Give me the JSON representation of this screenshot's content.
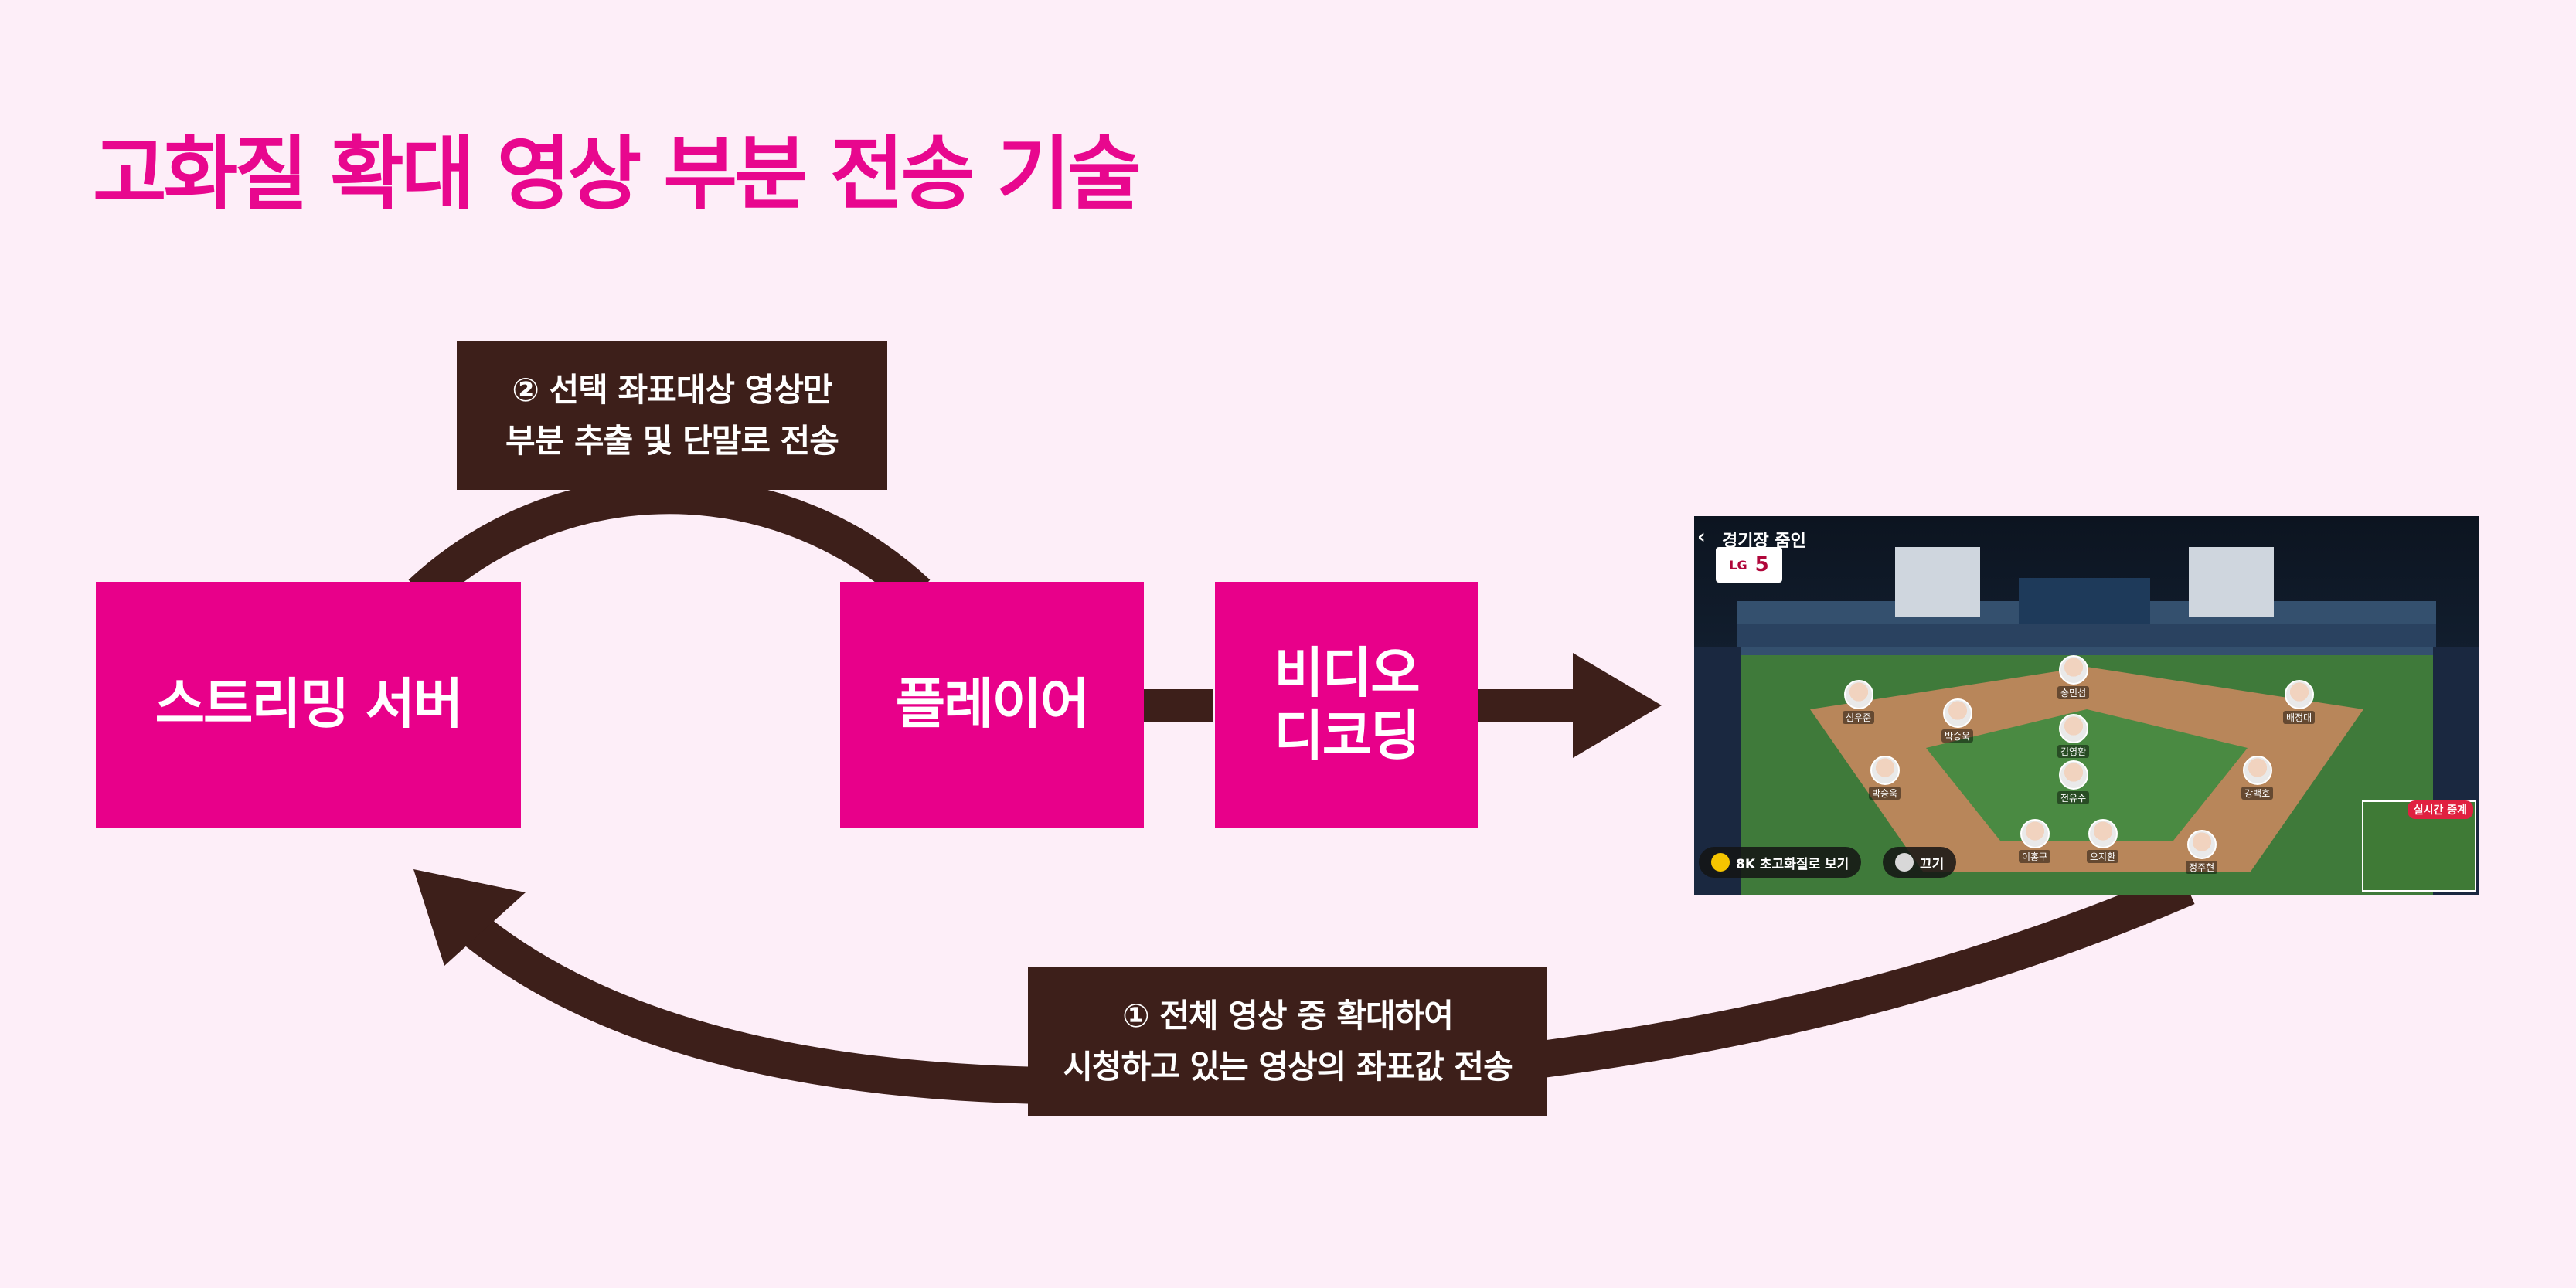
{
  "title": "고화질 확대 영상 부분 전송 기술",
  "nodes": {
    "streaming_server": "스트리밍 서버",
    "player": "플레이어",
    "video_decoding_line1": "비디오",
    "video_decoding_line2": "디코딩"
  },
  "steps": {
    "step2_line1": "② 선택 좌표대상 영상만",
    "step2_line2": "부분 추출 및 단말로 전송",
    "step1_line1": "① 전체 영상 중 확대하여",
    "step1_line2": "시청하고 있는 영상의 좌표값 전송"
  },
  "screenshot": {
    "stadium_label": "경기장 줌인",
    "team": "LG",
    "score": "5",
    "players": [
      "송민섭",
      "심우준",
      "박승욱",
      "김영환",
      "배정대",
      "박승욱",
      "전유수",
      "강백호",
      "이홍구",
      "오지환",
      "정주현"
    ],
    "button_8k": "8K 초고화질로 보기",
    "button_off": "끄기",
    "live_tag": "실시간 중계"
  },
  "colors": {
    "background": "#fdeef8",
    "accent_pink": "#e8008a",
    "dark_brown": "#3d1f1a"
  }
}
